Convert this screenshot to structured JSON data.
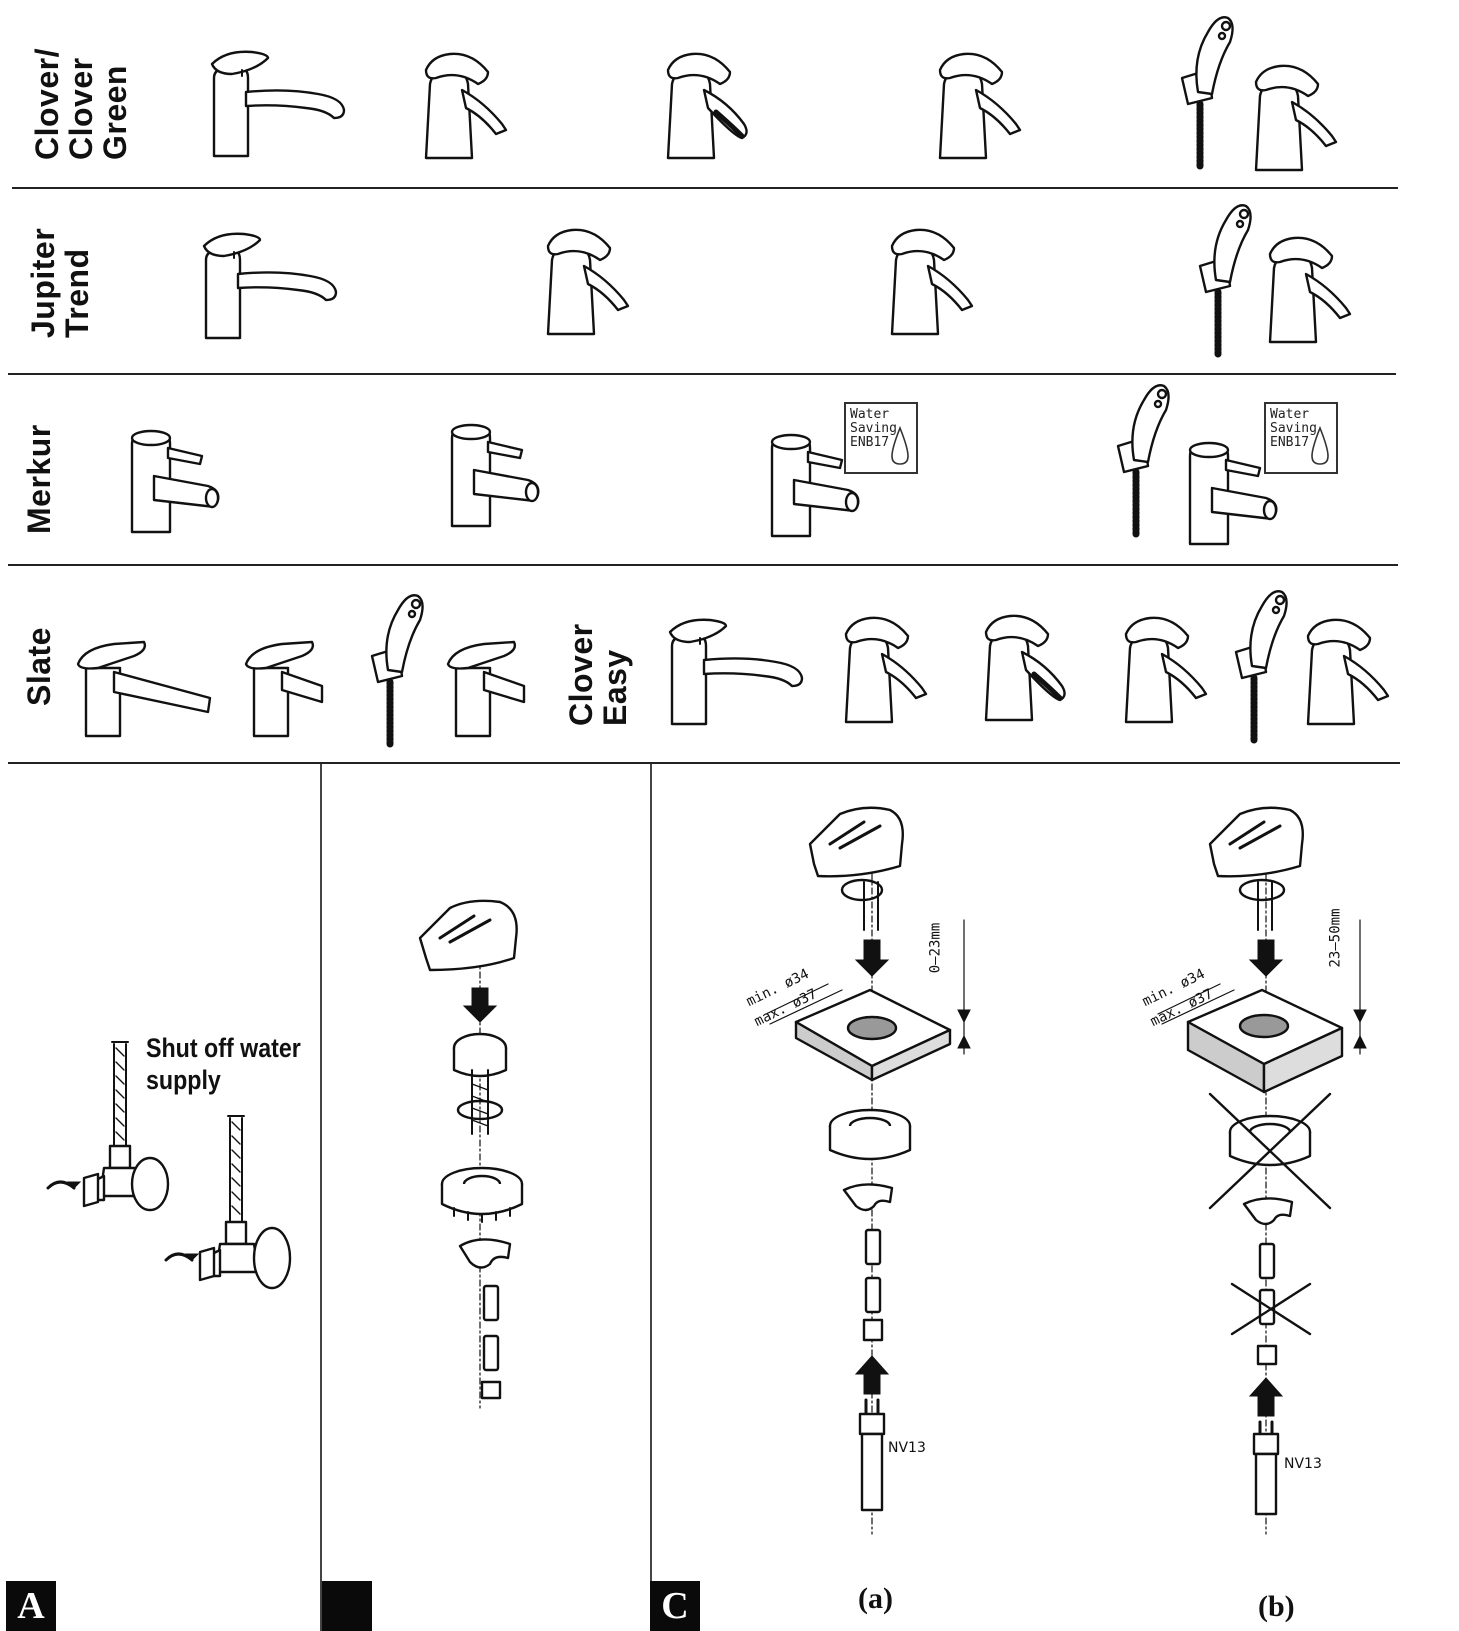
{
  "rows": [
    {
      "label_lines": [
        "Clover/",
        "Clover",
        "Green"
      ],
      "faucets": [
        "kitchen-mixer-icon",
        "basin-mixer-icon",
        "basin-mixer-open-spout-icon",
        "basin-mixer-icon",
        "bidet-shower-set-icon"
      ]
    },
    {
      "label_lines": [
        "Jupiter",
        "Trend"
      ],
      "faucets": [
        "kitchen-mixer-icon",
        "basin-mixer-icon",
        "basin-mixer-icon",
        "bidet-shower-set-icon"
      ]
    },
    {
      "label_lines": [
        "Merkur"
      ],
      "faucets": [
        "basin-mixer-icon",
        "bidet-mixer-icon",
        "basin-mixer-icon",
        "bidet-shower-set-icon"
      ]
    },
    {
      "label_lines": [
        "Slate"
      ],
      "faucets": [
        "kitchen-mixer-icon",
        "basin-mixer-icon",
        "bidet-shower-set-icon"
      ]
    },
    {
      "label_lines": [
        "Clover",
        "Easy"
      ],
      "faucets": [
        "kitchen-mixer-icon",
        "basin-mixer-icon",
        "basin-mixer-open-spout-icon",
        "basin-mixer-icon",
        "bidet-shower-set-icon"
      ]
    }
  ],
  "badge": {
    "lines": [
      "Water",
      "Saving",
      "ENB17"
    ]
  },
  "steps": {
    "a": {
      "letter": "A",
      "instruction_lines": [
        "Shut off water",
        "supply"
      ]
    },
    "b": {
      "letter": ""
    },
    "c": {
      "letter": "C"
    }
  },
  "variants": {
    "a": {
      "label": "(a)",
      "diameter_min": "min. ø34",
      "diameter_max": "max. ø37",
      "thickness": "0–23mm",
      "hose": "NV13"
    },
    "b": {
      "label": "(b)",
      "diameter_min": "min. ø34",
      "diameter_max": "max. ø37",
      "thickness": "23–50mm",
      "hose": "NV13"
    }
  }
}
